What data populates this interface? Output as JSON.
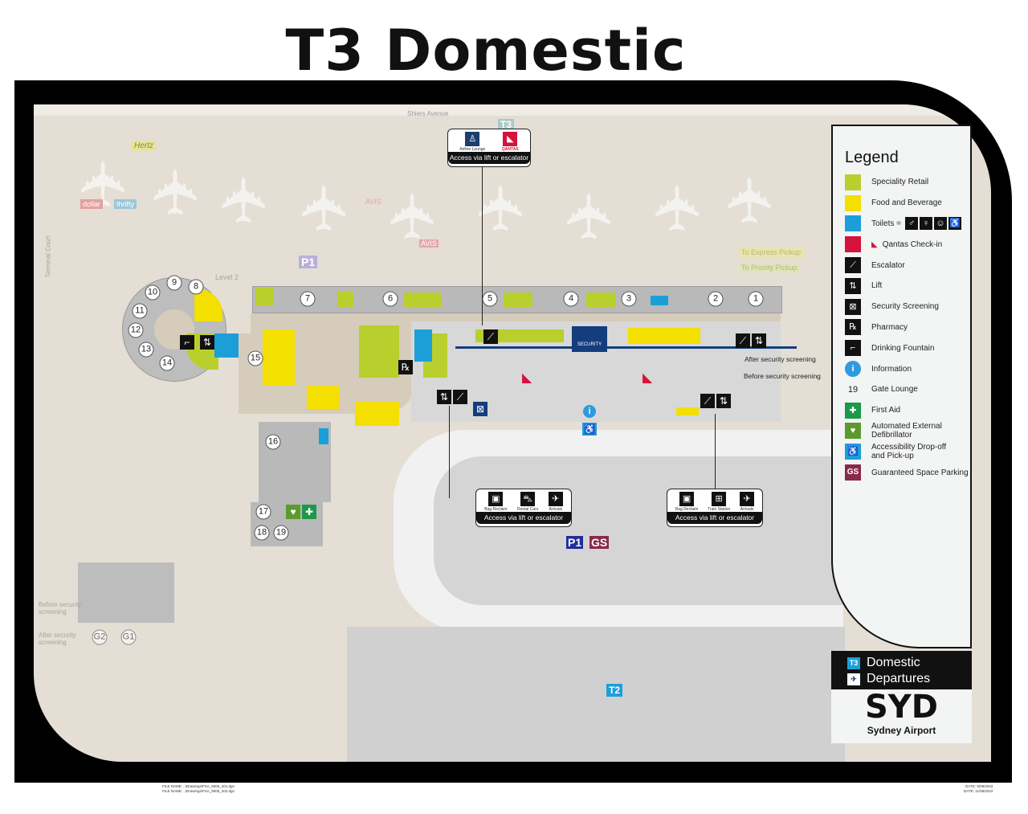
{
  "title": "T3 Domestic",
  "colors": {
    "speciality_retail": "#b9cf2d",
    "food_beverage": "#f3df00",
    "toilets": "#1c9fd9",
    "qantas": "#d5133b",
    "first_aid": "#1a9a48",
    "aed": "#5c9a2e",
    "accessibility": "#1c9fd9",
    "gs_parking": "#8b2a4a",
    "p1": "#1f2e9a",
    "security": "#1a3a7a"
  },
  "map": {
    "street_labels": {
      "shiers_avenue": "Shiers Avenue",
      "terminal_court": "Terminal Court"
    },
    "rental_labels": {
      "hertz": "Hertz",
      "avis_1": "AVIS",
      "avis_2": "AVIS",
      "dollar": "dollar",
      "thrifty": "thrifty"
    },
    "level_label": "Level 2",
    "p1_top": "P1",
    "t3_sign": "T3",
    "pickup": {
      "express": "To Express Pickup",
      "priority": "To Priority Pickup"
    },
    "security_label": "SECURITY",
    "after_security": "After security screening",
    "before_security": "Before security screening",
    "regional": {
      "before": "Before security screening",
      "after": "After security screening",
      "gates": [
        "G2",
        "G1"
      ]
    },
    "gates": [
      "1",
      "2",
      "3",
      "4",
      "5",
      "6",
      "7",
      "8",
      "9",
      "10",
      "11",
      "12",
      "13",
      "14",
      "15",
      "16",
      "17",
      "18",
      "19"
    ],
    "car_park": {
      "p1": "P1",
      "gs": "GS"
    },
    "t2_sign": "T2"
  },
  "callouts": {
    "top": {
      "items": [
        "Airline Lounge",
        "QANTAS"
      ],
      "note": "Access via lift or escalator"
    },
    "left": {
      "items": [
        "Bag Reclaim",
        "Rental Cars",
        "Arrivals"
      ],
      "note": "Access via lift or escalator"
    },
    "right": {
      "items": [
        "Bag Reclaim",
        "Train Station",
        "Arrivals"
      ],
      "note": "Access via lift or escalator"
    }
  },
  "legend": {
    "title": "Legend",
    "items": [
      {
        "icon": "swatch-green",
        "label": "Speciality Retail"
      },
      {
        "icon": "swatch-yellow",
        "label": "Food and Beverage"
      },
      {
        "icon": "swatch-blue",
        "label": "Toilets ="
      },
      {
        "icon": "swatch-red",
        "label": "Qantas Check-in"
      },
      {
        "icon": "escalator-icon",
        "label": "Escalator"
      },
      {
        "icon": "lift-icon",
        "label": "Lift"
      },
      {
        "icon": "security-screening-icon",
        "label": "Security Screening"
      },
      {
        "icon": "pharmacy-icon",
        "label": "Pharmacy"
      },
      {
        "icon": "drinking-fountain-icon",
        "label": "Drinking Fountain"
      },
      {
        "icon": "information-icon",
        "label": "Information"
      },
      {
        "icon": "gate-number",
        "sample": "19",
        "label": "Gate Lounge"
      },
      {
        "icon": "first-aid-icon",
        "label": "First Aid"
      },
      {
        "icon": "aed-icon",
        "label": "Automated External Defibrillator"
      },
      {
        "icon": "accessibility-icon",
        "label": "Accessibility Drop-off and Pick-up"
      },
      {
        "icon": "gs-icon",
        "sample": "GS",
        "label": "Guaranteed Space Parking"
      }
    ]
  },
  "brand": {
    "t3_badge": "T3",
    "domestic": "Domestic",
    "departures": "Departures",
    "logo": "SYD",
    "name": "Sydney Airport"
  },
  "footer": {
    "file1": "FILE NAME: ..\\Drawings\\FSA_9005_201.dgn",
    "file2": "FILE NAME: ..\\Drawings\\FSA_9005_202.dgn",
    "date1": "DATE: 9/08/2022",
    "date2": "DATE: 11/08/2022"
  }
}
